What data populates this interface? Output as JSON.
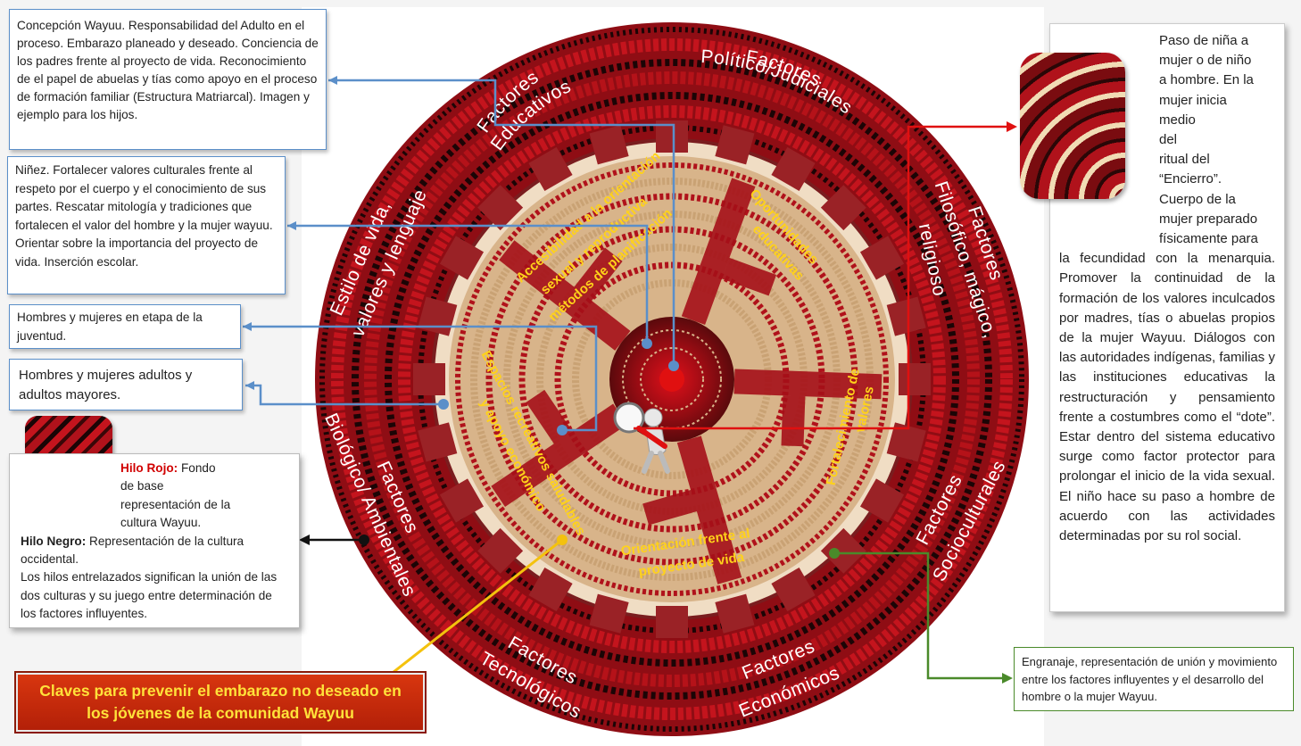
{
  "callouts": {
    "adult_process": "Concepción Wayuu. Responsabilidad del Adulto en el proceso.  Embarazo planeado y deseado. Conciencia de los padres frente al proyecto de vida. Reconocimiento de el papel de abuelas y tías como apoyo en el proceso de formación familiar (Estructura Matriarcal).  Imagen y ejemplo para los hijos.",
    "childhood": "Niñez. Fortalecer valores culturales frente al respeto por el cuerpo y el conocimiento de sus partes. Rescatar mitología y tradiciones que fortalecen el valor del hombre y la mujer wayuu.  Orientar sobre la importancia del proyecto de vida. Inserción escolar.",
    "youth": "Hombres y mujeres en etapa de la juventud.",
    "adults": "Hombres y mujeres adultos y adultos mayores.",
    "threads": {
      "red_label": "Hilo Rojo:",
      "red_text_1": "Fondo",
      "red_text_2": "de base",
      "red_text_3": "representación de la",
      "red_text_4": "cultura Wayuu.",
      "black_label": "Hilo Negro:",
      "black_text": "Representación de la  cultura occidental.",
      "joined_text": "Los hilos entrelazados significan la unión de las dos culturas y su juego entre determinación de  los factores influyentes."
    },
    "keys_title": "Claves para prevenir el embarazo no deseado en los jóvenes de la comunidad Wayuu",
    "gear": "Engranaje, representación de unión y movimiento entre los factores influyentes y el desarrollo del hombre o la mujer Wayuu.",
    "right_top": [
      "Paso de niña a",
      "mujer o de niño",
      "a hombre. En la",
      "mujer inicia",
      "medio",
      "del",
      "ritual del",
      "“Encierro”.",
      "Cuerpo de la",
      "mujer preparado",
      "físicamente para"
    ],
    "right_body": "la fecundidad con la menarquia. Promover la continuidad de la formación de los valores inculcados por madres, tías o abuelas propios de la mujer Wayuu. Diálogos con las autoridades indígenas, familias y las instituciones educativas la restructuración y pensamiento frente a costumbres como el “dote”. Estar dentro del sistema educativo surge como factor protector para prolongar el inicio de la vida sexual. El niño hace su paso a hombre de acuerdo con las actividades determinadas por su rol social."
  },
  "outer_factors": {
    "educativos_1": "Factores",
    "educativos_2": "Educativos",
    "politico_1": "Factores",
    "politico_2": "Político/Judiciales",
    "filosofico_1": "Factores",
    "filosofico_2": "Filosófico, mágico,",
    "filosofico_3": "religioso",
    "estilo_1": "Estilo de vida,",
    "estilo_2": "valores y lenguaje",
    "biologico_1": "Factores",
    "biologico_2": "Biológico/ Ambientales",
    "socio_1": "Factores",
    "socio_2": "Socioculturales",
    "tecno_1": "Factores",
    "tecno_2": "Tecnológicos",
    "econ_1": "Factores",
    "econ_2": "Económicos"
  },
  "inner_topics": {
    "access_1": "Accesibilidad  a la orientación",
    "access_2": "sexual y reproductiva",
    "access_3": "métodos de planificación",
    "oport_1": "Oportunidades",
    "oport_2": "educativas",
    "espacios_1": "Espacios recreativos saludables",
    "espacios_2": "y apoyo  económico",
    "fortal_1": "Fortalecimiento de",
    "fortal_2": "valores",
    "orient_1": "Orientación frente al",
    "orient_2": "proyecto de vida"
  },
  "colors": {
    "wheel_red": "#b0121b",
    "wheel_dark": "#5a0a0c",
    "wheel_tan": "#d8b48a",
    "inner_text": "#ffd21a",
    "link_blue": "#5b8fc9",
    "link_red": "#e01010",
    "link_green": "#4a8a2a",
    "link_yellow": "#f4c20d",
    "keys_bg": "#c8280e"
  }
}
